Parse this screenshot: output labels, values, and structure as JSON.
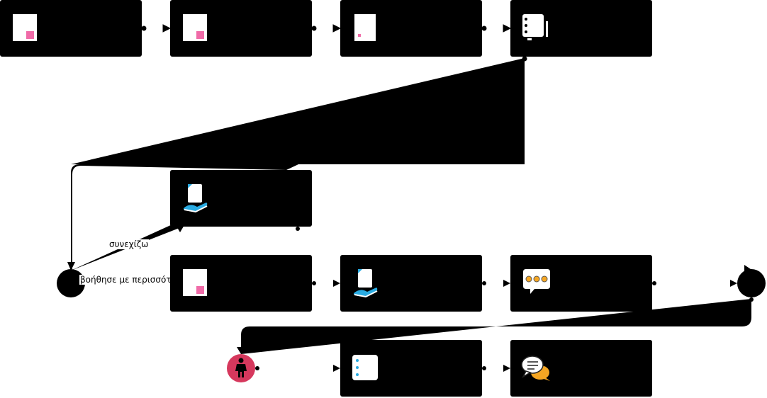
{
  "diagram": {
    "edge_labels": {
      "continue": "συνεχίζω",
      "more_help": "βοήθησε με περισσότερα"
    },
    "colors": {
      "node_fill": "#000000",
      "doc_pink": "#f06ba8",
      "hand_blue": "#29abe2",
      "dots_orange": "#f5a623",
      "person_red": "#d6385d"
    },
    "nodes": [
      {
        "id": "n1",
        "icon": "document-pink-icon"
      },
      {
        "id": "n2",
        "icon": "document-pink-icon"
      },
      {
        "id": "n3",
        "icon": "document-small-icon"
      },
      {
        "id": "n4",
        "icon": "checklist-icon"
      },
      {
        "id": "n5",
        "icon": "document-hand-icon"
      },
      {
        "id": "n6",
        "icon": "document-pink-icon"
      },
      {
        "id": "n7",
        "icon": "document-hand-icon"
      },
      {
        "id": "n8",
        "icon": "speech-bubble-dots-icon"
      },
      {
        "id": "n9",
        "icon": "list-icon"
      },
      {
        "id": "n10",
        "icon": "chat-bubbles-icon"
      }
    ]
  }
}
